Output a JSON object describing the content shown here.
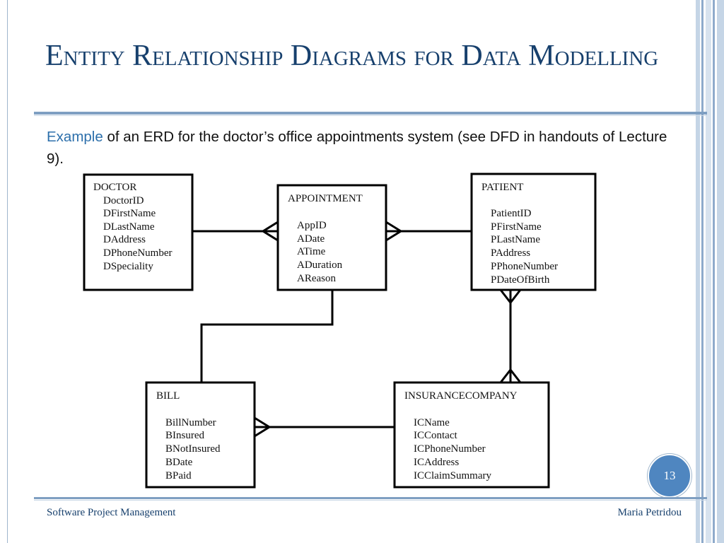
{
  "slide": {
    "title": "Entity Relationship Diagrams for Data Modelling",
    "intro_accent": "Example",
    "intro_text": " of an ERD for the doctor’s office appointments system (see DFD in handouts of Lecture 9).",
    "page_number": "13",
    "footer_left": "Software Project Management",
    "footer_right": "Maria Petridou"
  },
  "colors": {
    "title": "#17406d",
    "accent": "#2c6fab",
    "badge": "#4f86c0"
  },
  "entities": [
    {
      "id": "doctor",
      "name": "DOCTOR",
      "attributes": [
        "DoctorID",
        "DFirstName",
        "DLastName",
        "DAddress",
        "DPhoneNumber",
        "DSpeciality"
      ]
    },
    {
      "id": "appointment",
      "name": "APPOINTMENT",
      "attributes": [
        "AppID",
        "ADate",
        "ATime",
        "ADuration",
        "AReason"
      ]
    },
    {
      "id": "patient",
      "name": "PATIENT",
      "attributes": [
        "PatientID",
        "PFirstName",
        "PLastName",
        "PAddress",
        "PPhoneNumber",
        "PDateOfBirth"
      ]
    },
    {
      "id": "bill",
      "name": "BILL",
      "attributes": [
        "BillNumber",
        "BInsured",
        "BNotInsured",
        "BDate",
        "BPaid"
      ]
    },
    {
      "id": "insurance",
      "name": "INSURANCECOMPANY",
      "attributes": [
        "ICName",
        "ICContact",
        "ICPhoneNumber",
        "ICAddress",
        "ICClaimSummary"
      ]
    }
  ],
  "relationships": [
    {
      "from": "doctor",
      "to": "appointment",
      "many_end": "appointment"
    },
    {
      "from": "patient",
      "to": "appointment",
      "many_end": "appointment"
    },
    {
      "from": "appointment",
      "to": "bill",
      "many_end": "none"
    },
    {
      "from": "patient",
      "to": "insurance",
      "many_end": "both"
    },
    {
      "from": "insurance",
      "to": "bill",
      "many_end": "bill"
    }
  ]
}
